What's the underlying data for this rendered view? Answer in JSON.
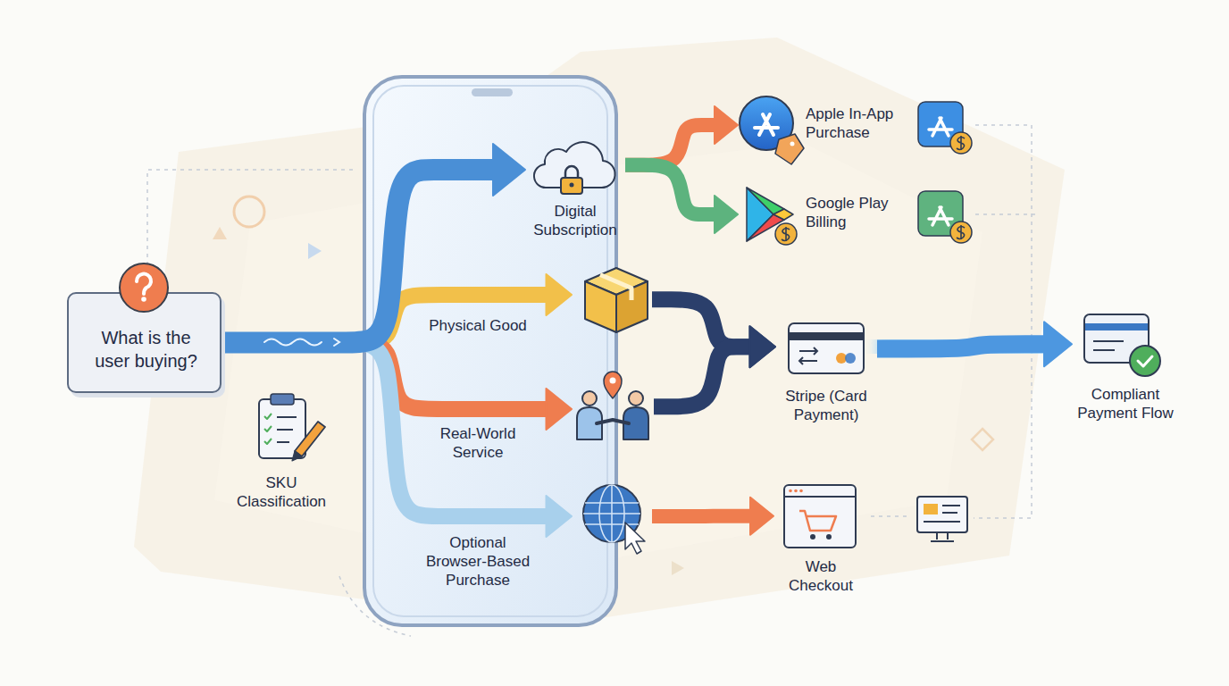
{
  "diagram": {
    "nodes": [
      {
        "text": [
          "What is the user buying?"
        ]
      },
      {
        "text": [
          "SKU Classification"
        ]
      },
      {
        "text": [
          "Digital Subscription"
        ]
      },
      {
        "text": [
          "Physical Good"
        ]
      },
      {
        "text": [
          "Real-World Service"
        ]
      },
      {
        "text": [
          "Optional Browser-Based Purchase"
        ]
      },
      {
        "text": [
          "Apple In-App Purchase"
        ]
      },
      {
        "text": [
          "Google Play Billing"
        ]
      },
      {
        "text": [
          "Stripe (Card Payment)"
        ]
      },
      {
        "text": [
          "Compliant Payment Flow"
        ]
      },
      {
        "text": [
          "Web Checkout"
        ]
      }
    ],
    "edges": [
      {
        "from": 0,
        "to": 2,
        "arrow": "to"
      },
      {
        "from": 0,
        "to": 3,
        "arrow": "to"
      },
      {
        "from": 0,
        "to": 4,
        "arrow": "to"
      },
      {
        "from": 0,
        "to": 5,
        "arrow": "to"
      },
      {
        "from": 2,
        "to": 6,
        "arrow": "to"
      },
      {
        "from": 2,
        "to": 7,
        "arrow": "to"
      },
      {
        "from": 3,
        "to": 8,
        "arrow": "to"
      },
      {
        "from": 4,
        "to": 8,
        "arrow": "to"
      },
      {
        "from": 8,
        "to": 9,
        "arrow": "to"
      },
      {
        "from": 5,
        "to": 10,
        "arrow": "to"
      }
    ]
  }
}
